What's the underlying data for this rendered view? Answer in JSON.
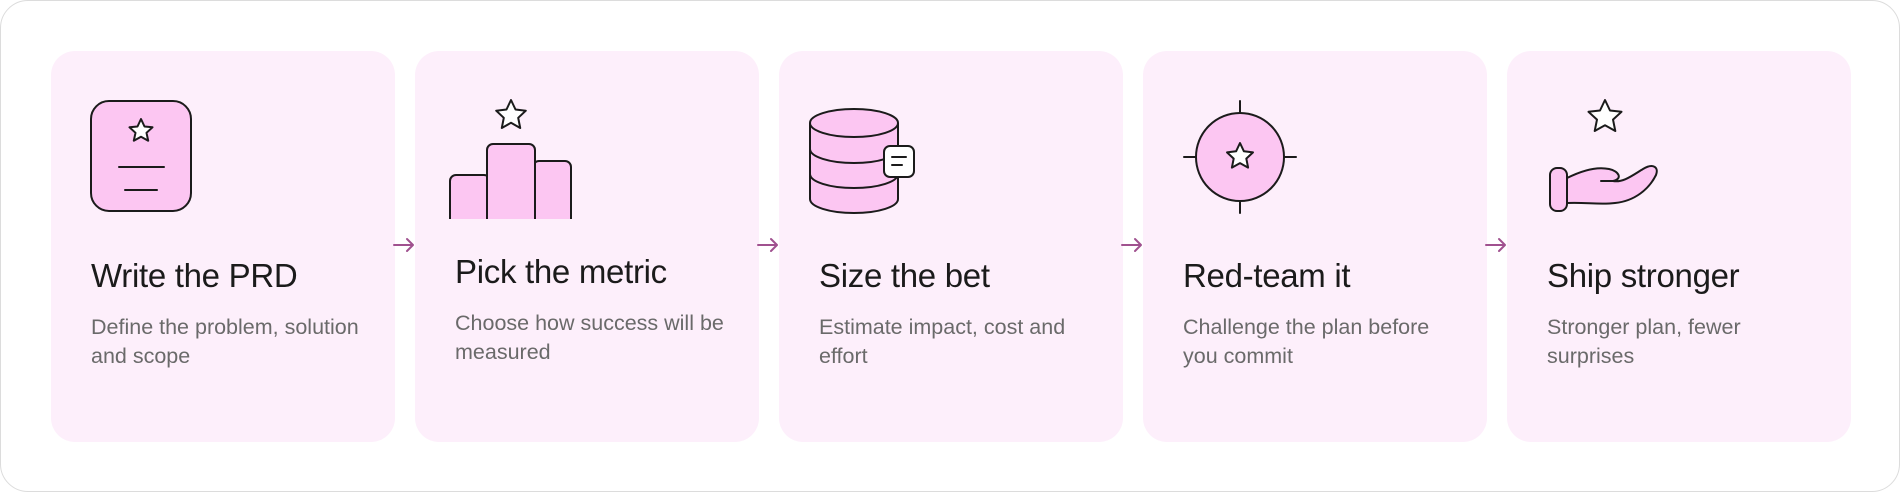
{
  "colors": {
    "card_bg": "#fdeffb",
    "icon_fill": "#fcc6f2",
    "stroke": "#1b1b1b",
    "arrow": "#a0518f",
    "title": "#1b1b1b",
    "desc": "#6a6a6a"
  },
  "steps": [
    {
      "icon": "document-star-icon",
      "title": "Write the PRD",
      "desc": "Define the problem, solution and scope"
    },
    {
      "icon": "bar-chart-star-icon",
      "title": "Pick the metric",
      "desc": "Choose how success will be measured"
    },
    {
      "icon": "database-note-icon",
      "title": "Size the bet",
      "desc": "Estimate impact, cost and effort"
    },
    {
      "icon": "target-star-icon",
      "title": "Red-team it",
      "desc": "Challenge the plan before you commit"
    },
    {
      "icon": "hand-star-icon",
      "title": "Ship stronger",
      "desc": "Stronger plan, fewer surprises"
    }
  ]
}
